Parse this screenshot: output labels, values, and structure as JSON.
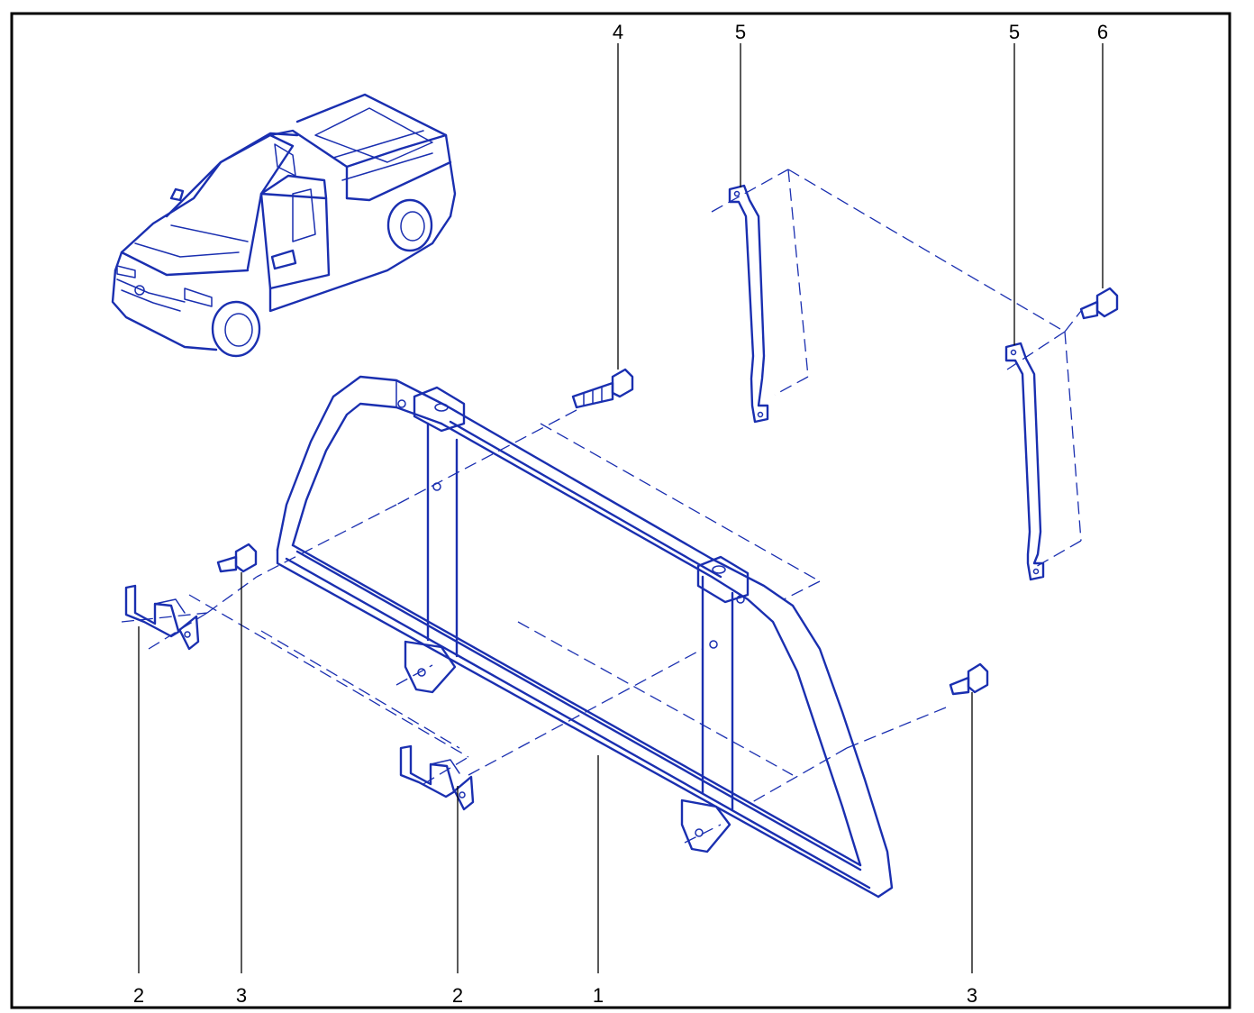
{
  "diagram": {
    "callouts": [
      "1",
      "2",
      "2",
      "3",
      "3",
      "4",
      "5",
      "5",
      "6"
    ],
    "colors": {
      "line_art": "#1a2fb0",
      "labels": "#000000",
      "frame": "#000000",
      "background": "#ffffff"
    },
    "icons": [
      "pickup-truck-icon",
      "rear-cab-frame-icon",
      "mounting-bracket-icon",
      "bolt-icon",
      "support-strut-icon"
    ]
  }
}
